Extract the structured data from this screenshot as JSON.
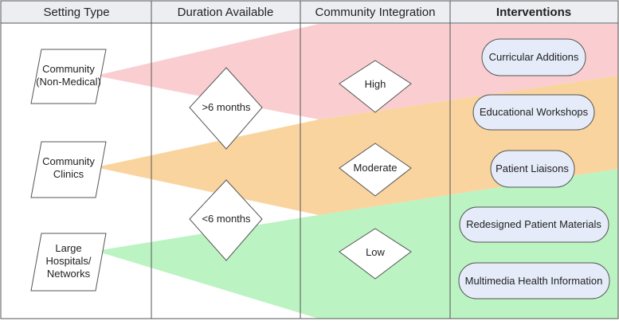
{
  "headers": {
    "setting_type": "Setting Type",
    "duration_available": "Duration Available",
    "community_integration": "Community Integration",
    "interventions": "Interventions"
  },
  "settings": [
    {
      "lines": [
        "Community",
        "(Non-Medical)"
      ]
    },
    {
      "lines": [
        "Community",
        "Clinics"
      ]
    },
    {
      "lines": [
        "Large",
        "Hospitals/",
        "Networks"
      ]
    }
  ],
  "durations": [
    ">6 months",
    "<6 months"
  ],
  "integration_levels": [
    "High",
    "Moderate",
    "Low"
  ],
  "interventions": [
    "Curricular Additions",
    "Educational Workshops",
    "Patient Liaisons",
    "Redesigned Patient Materials",
    "Multimedia Health Information"
  ],
  "colors": {
    "high_band": "#f9c9cc",
    "moderate_band": "#f8cf93",
    "low_band": "#b4f2bb",
    "header_bg": "#eceef2",
    "pill_fill": "#e5ebf8",
    "line": "#555555"
  }
}
